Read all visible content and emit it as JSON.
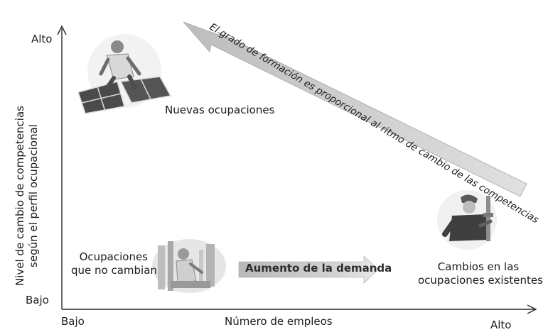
{
  "y_axis": {
    "title_line1": "Nivel de cambio de competencias",
    "title_line2": "según el perfil ocupacional",
    "high": "Alto",
    "low": "Bajo"
  },
  "x_axis": {
    "title": "Número de empleos",
    "low": "Bajo",
    "high": "Alto"
  },
  "nodes": {
    "new": "Nuevas  ocupaciones",
    "unchanged_line1": "Ocupaciones",
    "unchanged_line2": "que no cambian",
    "existing_line1": "Cambios en las",
    "existing_line2": "ocupaciones existentes"
  },
  "arrows": {
    "demand": "Aumento de la demanda",
    "diagonal": "El grado de formación es proporcional al ritmo de cambio de las competencias"
  },
  "colors": {
    "axis": "#2b2b2b",
    "arrow_fill": "#c8c8c8",
    "arrow_edge": "#9a9a9a",
    "text": "#1c1c1c"
  },
  "icons": {
    "new": "person-laying-solar-panels-icon",
    "unchanged": "worker-at-machinery-icon",
    "existing": "plumber-with-pipe-icon"
  }
}
